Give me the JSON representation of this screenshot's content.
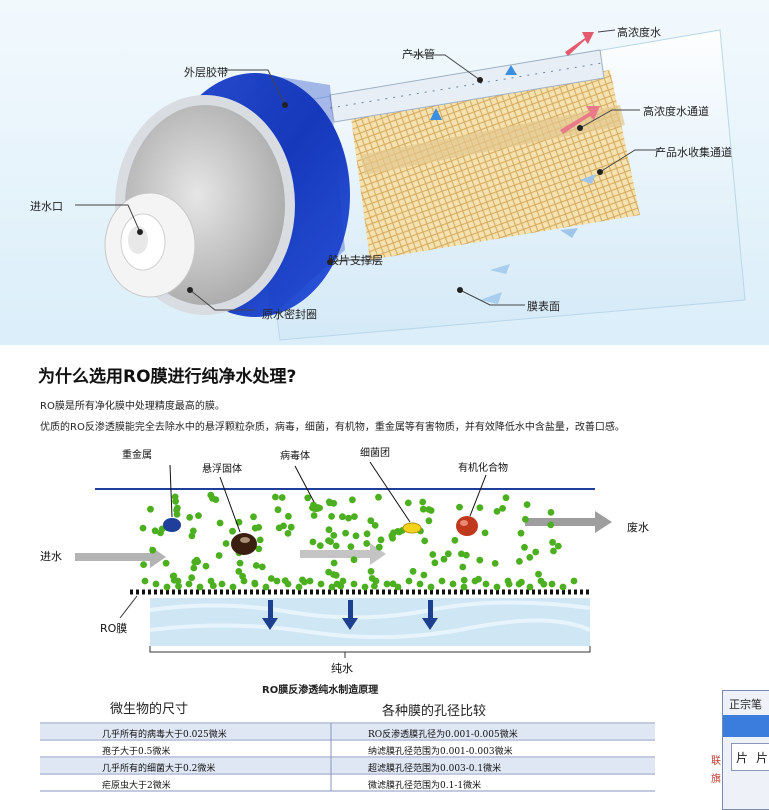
{
  "top_diagram": {
    "labels": {
      "outer_tape": "外层胶带",
      "product_tube": "产水管",
      "high_conc_water": "高浓度水",
      "high_conc_channel": "高浓度水通道",
      "product_channel": "产品水收集通道",
      "inlet": "进水口",
      "sheet_support": "胶片支撑层",
      "raw_seal": "原水密封圈",
      "membrane_surface": "膜表面"
    }
  },
  "section": {
    "title": "为什么选用RO膜进行纯净水处理?",
    "line1": "RO膜是所有净化膜中处理精度最高的膜。",
    "line2": "优质的RO反渗透膜能完全去除水中的悬浮颗粒杂质，病毒，细菌，有机物，重金属等有害物质，并有效降低水中含盐量，改善口感。"
  },
  "process_diagram": {
    "labels": {
      "heavy_metal": "重金属",
      "suspended_solid": "悬浮固体",
      "virus": "病毒体",
      "bacteria": "细菌团",
      "organic": "有机化合物",
      "waste_water": "废水",
      "inlet_water": "进水",
      "ro_membrane": "RO膜",
      "pure_water": "纯水"
    },
    "caption": "RO膜反渗透纯水制造原理",
    "colors": {
      "particle": "#4caf1f",
      "heavy_metal": "#1f3f9a",
      "suspended_solid": "#3a1e10",
      "bacteria": "#f2d21b",
      "organic": "#c0391d",
      "membrane_band": "#cfe6f5"
    }
  },
  "tables": {
    "left_header": "微生物的尺寸",
    "right_header": "各种膜的孔径比较",
    "rows": [
      {
        "left": "几乎所有的病毒大于0.025微米",
        "right": "RO反渗透膜孔径为0.001-0.005微米"
      },
      {
        "left": "孢子大于0.5微米",
        "right": "纳滤膜孔径范围为0.001-0.003微米"
      },
      {
        "left": "几乎所有的细菌大于0.2微米",
        "right": "超滤膜孔径范围为0.003-0.1微米"
      },
      {
        "left": "疟原虫大于2微米",
        "right": "微滤膜孔径范围为0.1-1微米"
      }
    ]
  },
  "popup": {
    "title": "正宗笔",
    "side_top": "联",
    "side_bottom": "旗",
    "tab1": "片",
    "tab2": "片"
  }
}
